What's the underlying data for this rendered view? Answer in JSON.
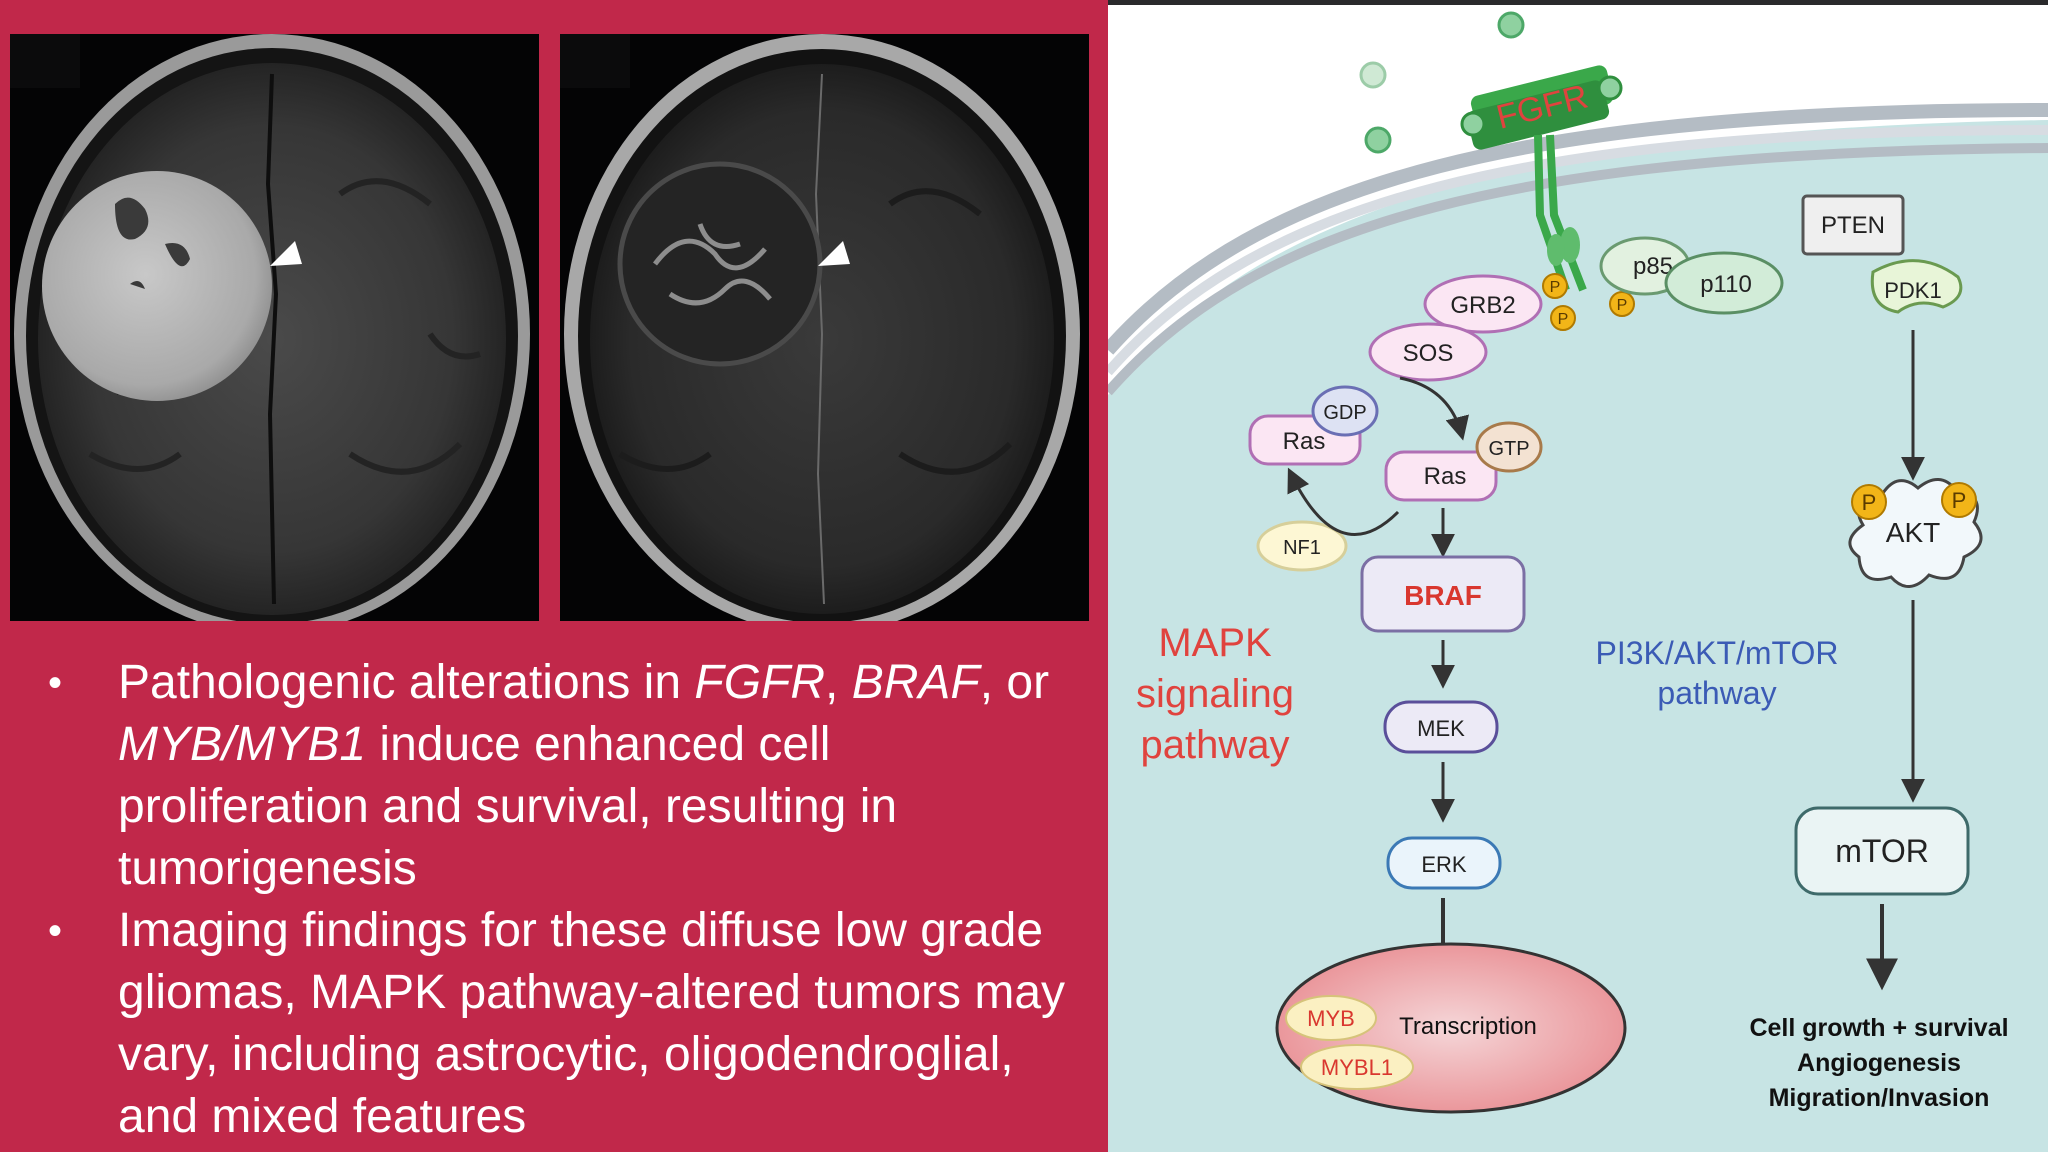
{
  "bullets": {
    "item1": {
      "t1": "Pathologenic alterations in ",
      "i1": "FGFR",
      "t2": ", ",
      "i2": "BRAF",
      "t3": ", or ",
      "i3": "MYB/MYB1",
      "t4": " induce enhanced cell proliferation and survival, resulting in tumorigenesis"
    },
    "item2": "Imaging findings for these diffuse low grade gliomas, MAPK pathway-altered tumors may vary, including astrocytic, oligodendroglial, and mixed features"
  },
  "diagram": {
    "receptor": "FGFR",
    "nodes": {
      "grb2": "GRB2",
      "sos": "SOS",
      "gdp": "GDP",
      "ras_inactive": "Ras",
      "ras_active": "Ras",
      "gtp": "GTP",
      "nf1": "NF1",
      "braf": "BRAF",
      "mek": "MEK",
      "erk": "ERK",
      "p85": "p85",
      "p110": "p110",
      "pten": "PTEN",
      "pdk1": "PDK1",
      "akt": "AKT",
      "mtor": "mTOR",
      "phospho": "P",
      "myb": "MYB",
      "mybl1": "MYBL1",
      "transcription": "Transcription"
    },
    "mapk_label": [
      "MAPK",
      "signaling",
      "pathway"
    ],
    "pi3k_label": [
      "PI3K/AKT/mTOR",
      "pathway"
    ],
    "outcomes": [
      "Cell growth + survival",
      "Angiogenesis",
      "Migration/Invasion"
    ],
    "colors": {
      "mapk_red": "#e0433e",
      "pi3k_blue": "#3b5bb5",
      "braf_red": "#d9372f",
      "cell_fill": "#c7e4e4",
      "receptor_green": "#3aa84a",
      "phospho_yellow": "#f2b518"
    }
  },
  "colors": {
    "slide_red": "#c1284a",
    "text": "#ffffff"
  }
}
